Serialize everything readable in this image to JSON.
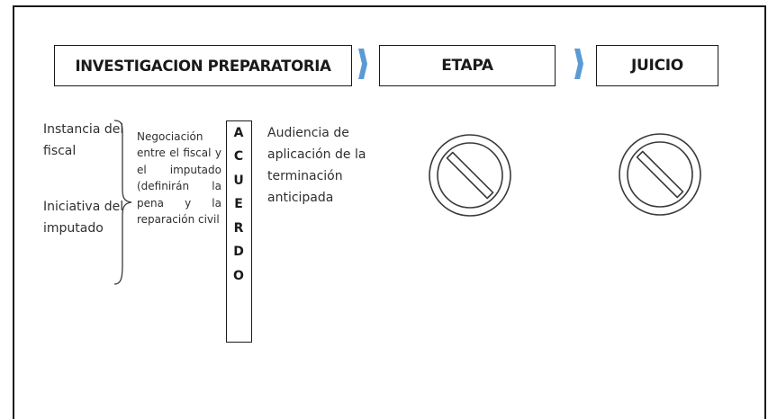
{
  "stages": {
    "investigacion": "INVESTIGACION PREPARATORIA",
    "etapa": "ETAPA",
    "juicio": "JUICIO"
  },
  "left": {
    "instancia": "Instancia del fiscal",
    "iniciativa": "Iniciativa del imputado"
  },
  "negociacion": "Negociación entre el fiscal y el imputado (definirán la pena y la reparación civil",
  "acuerdo_letters": [
    "A",
    "C",
    "U",
    "E",
    "R",
    "D",
    "O"
  ],
  "audiencia": "Audiencia de aplicación de la terminación anticipada",
  "icons": {
    "arrow": "right-arrow-icon",
    "prohibited": "prohibited-icon"
  },
  "colors": {
    "arrow_fill": "#5b9bd5",
    "outline": "#1a1a1a"
  }
}
